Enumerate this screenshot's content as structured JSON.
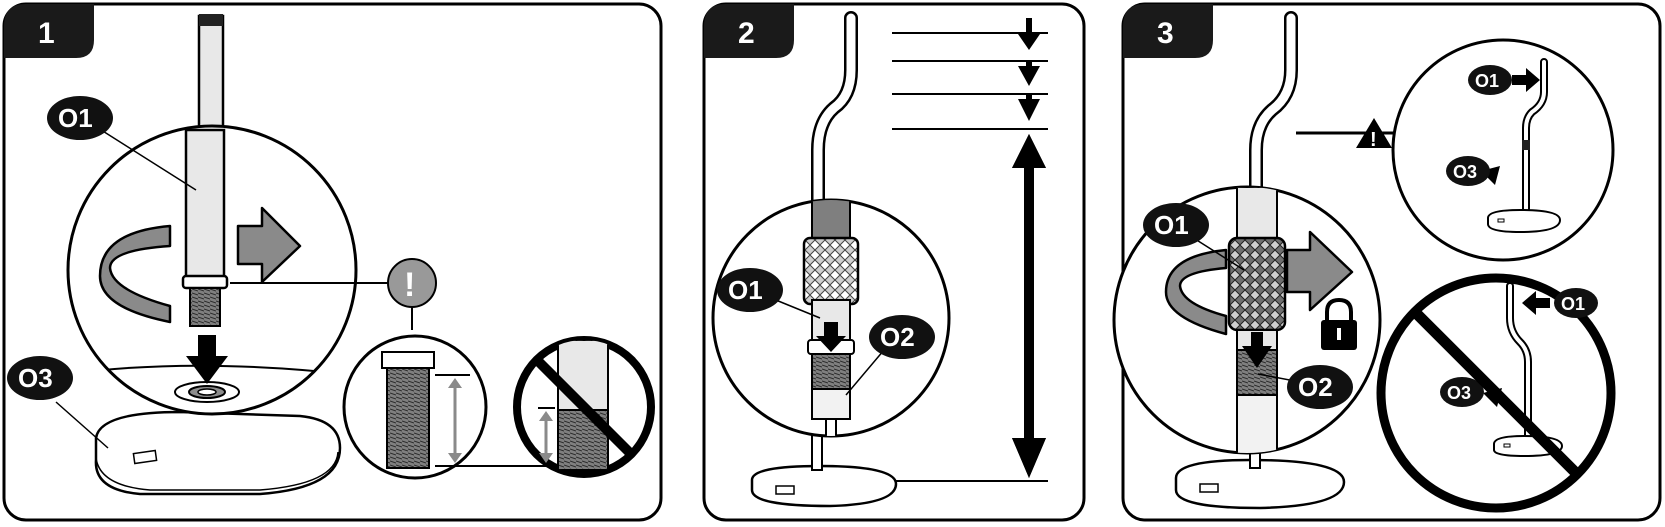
{
  "steps": [
    {
      "number": "1",
      "labels": {
        "pole": "O1",
        "base": "O3"
      }
    },
    {
      "number": "2",
      "labels": {
        "pole": "O1",
        "connector": "O2"
      }
    },
    {
      "number": "3",
      "labels": {
        "pole": "O1",
        "connector": "O2",
        "correct_pole": "O1",
        "correct_base": "O3",
        "wrong_pole": "O1",
        "wrong_base": "O3"
      }
    }
  ],
  "symbols": {
    "attention": "!",
    "warning": "!"
  },
  "colors": {
    "line": "#000000",
    "arrow_gray": "#808080",
    "thread_gray": "#9a9a9a",
    "panel_bg": "#ffffff",
    "badge_bg": "#1a1a1a",
    "attention_bg": "#999999"
  },
  "icons": [
    "rotate-arrow-icon",
    "down-arrow-icon",
    "attention-icon",
    "warning-triangle-icon",
    "lock-icon",
    "prohibited-icon"
  ]
}
